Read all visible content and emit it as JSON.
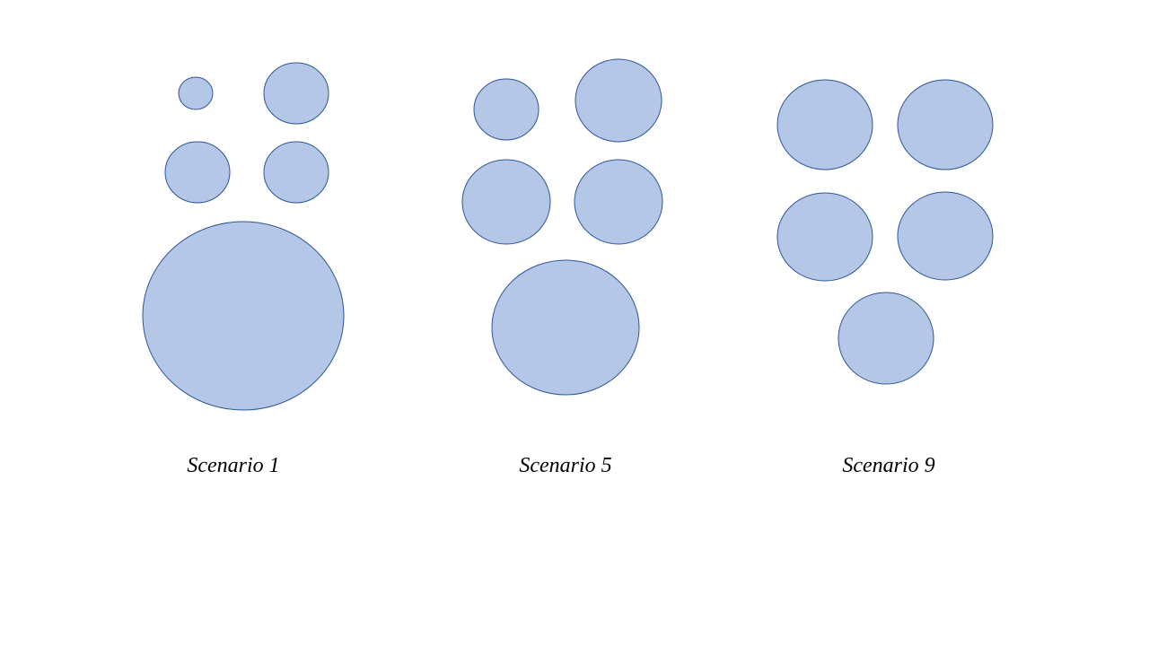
{
  "colors": {
    "circle_fill": "#b4c7e7",
    "circle_stroke": "#2f5597",
    "background": "#ffffff"
  },
  "scenarios": [
    {
      "label": "Scenario 1"
    },
    {
      "label": "Scenario 5"
    },
    {
      "label": "Scenario 9"
    }
  ]
}
